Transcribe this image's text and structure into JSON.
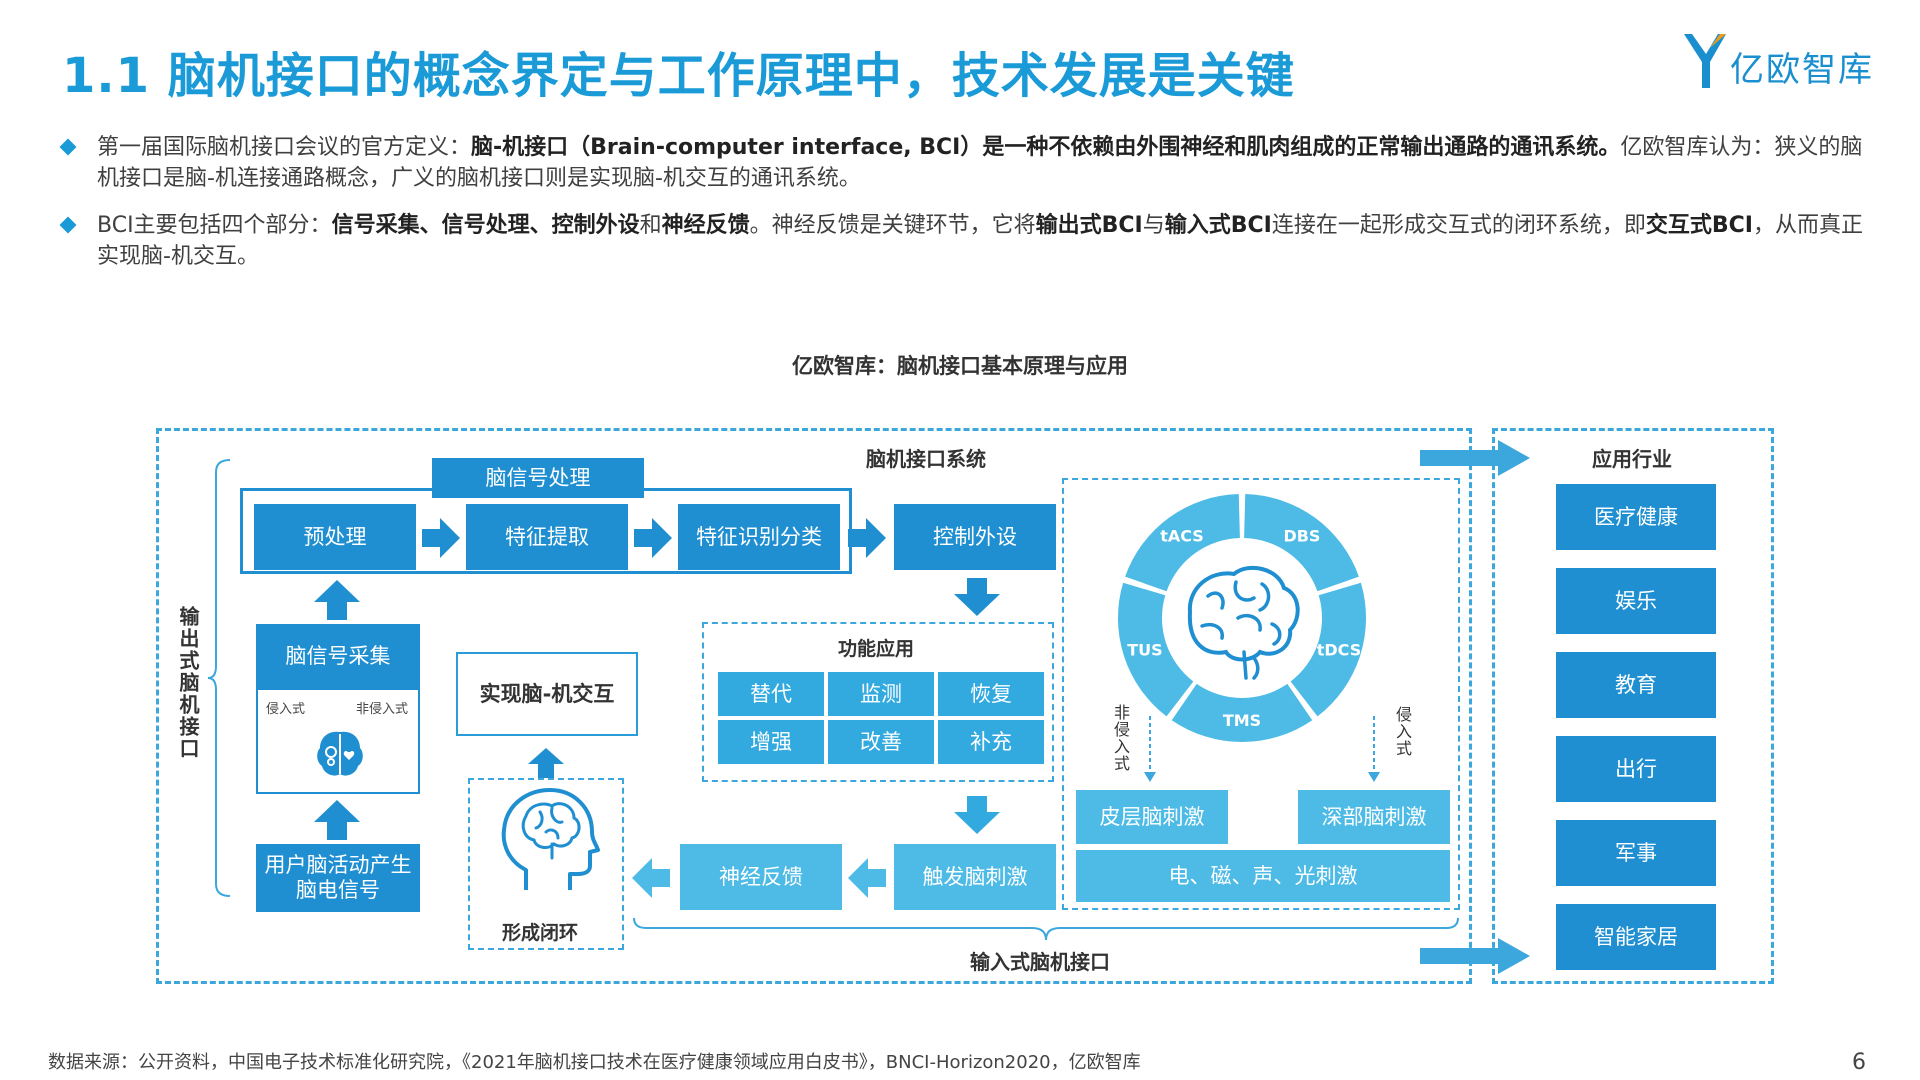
{
  "header": {
    "title": "1.1 脑机接口的概念界定与工作原理中，技术发展是关键",
    "logo_text": "亿欧智库"
  },
  "bullets": [
    {
      "p1": "第一届国际脑机接口会议的官方定义：",
      "b1": "脑-机接口（Brain-computer interface, BCI）是一种不依赖由外围神经和肌肉组成的正常输出通路的通讯系统。",
      "p2": "亿欧智库认为：狭义的脑机接口是脑-机连接通路概念，广义的脑机接口则是实现脑-机交互的通讯系统。"
    },
    {
      "p1": "BCI主要包括四个部分：",
      "b1": "信号采集、信号处理、控制外设",
      "p2": "和",
      "b2": "神经反馈",
      "p3": "。神经反馈是关键环节，它将",
      "b3": "输出式BCI",
      "p4": "与",
      "b4": "输入式BCI",
      "p5": "连接在一起形成交互式的闭环系统，即",
      "b5": "交互式BCI",
      "p6": "，从而真正实现脑-机交互。"
    }
  ],
  "diagram": {
    "title": "亿欧智库：脑机接口基本原理与应用",
    "system_label": "脑机接口系统",
    "output_bci_label": "输出式脑机接口",
    "input_bci_label": "输入式脑机接口",
    "signal_processing_label": "脑信号处理",
    "preprocess": "预处理",
    "feature_extract": "特征提取",
    "feature_classify": "特征识别分类",
    "control_device": "控制外设",
    "signal_collect": "脑信号采集",
    "invasive": "侵入式",
    "noninvasive": "非侵入式",
    "user_brain": "用户脑活动产生脑电信号",
    "interaction": "实现脑-机交互",
    "closed_loop": "形成闭环",
    "function_title": "功能应用",
    "functions": [
      "替代",
      "监测",
      "恢复",
      "增强",
      "改善",
      "补充"
    ],
    "neuro_feedback": "神经反馈",
    "trigger_stim": "触发脑刺激",
    "stim_methods": [
      "tACS",
      "DBS",
      "tDCS",
      "TMS",
      "TUS"
    ],
    "noninvasive_vert": "非侵入式",
    "invasive_vert": "侵入式",
    "cortical_stim": "皮层脑刺激",
    "deep_stim": "深部脑刺激",
    "stim_types": "电、磁、声、光刺激",
    "industry_title": "应用行业",
    "industries": [
      "医疗健康",
      "娱乐",
      "教育",
      "出行",
      "军事",
      "智能家居"
    ],
    "colors": {
      "dark": "#1f8fd1",
      "mid": "#33aadf",
      "light": "#4dbbe6",
      "dashed": "#3ba7dc"
    }
  },
  "footer": {
    "source": "数据来源：公开资料，中国电子技术标准化研究院，《2021年脑机接口技术在医疗健康领域应用白皮书》，BNCI-Horizon2020，亿欧智库",
    "page": "6"
  }
}
